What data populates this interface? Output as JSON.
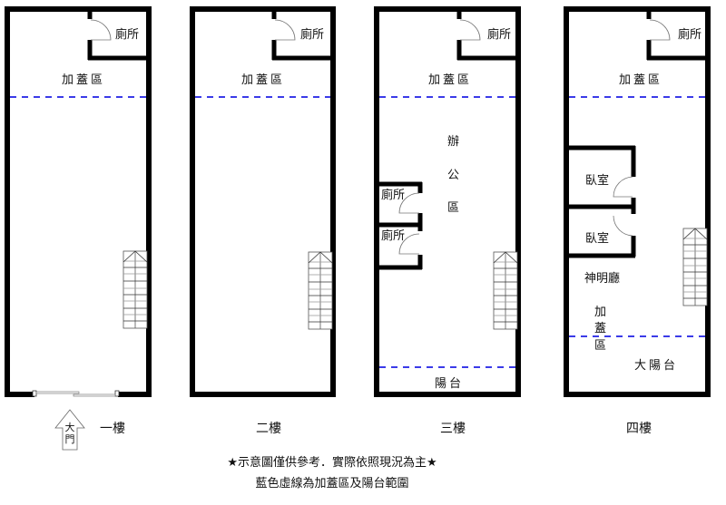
{
  "floors": [
    {
      "name": "一樓",
      "addition_area": "加蓋區",
      "toilet": "廁所",
      "entrance": [
        "大",
        "門"
      ]
    },
    {
      "name": "二樓",
      "addition_area": "加蓋區",
      "toilet": "廁所"
    },
    {
      "name": "三樓",
      "addition_area": "加蓋區",
      "toilet": "廁所",
      "office": [
        "辦",
        "公",
        "區"
      ],
      "toilets": [
        "廁所",
        "廁所"
      ],
      "balcony": "陽台"
    },
    {
      "name": "四樓",
      "addition_area": "加蓋區",
      "toilet": "廁所",
      "bedrooms": [
        "臥室",
        "臥室"
      ],
      "shrine_hall": "神明廳",
      "addition_area_vertical": [
        "加",
        "蓋",
        "區"
      ],
      "big_balcony": "大陽台"
    }
  ],
  "notes": {
    "line1": "★示意圖僅供參考．實際依照現況為主★",
    "line2": "藍色虛線為加蓋區及陽台範圍"
  },
  "colors": {
    "wall": "#000000",
    "dashed_boundary": "#3b3be8",
    "stairs": "#555555"
  }
}
